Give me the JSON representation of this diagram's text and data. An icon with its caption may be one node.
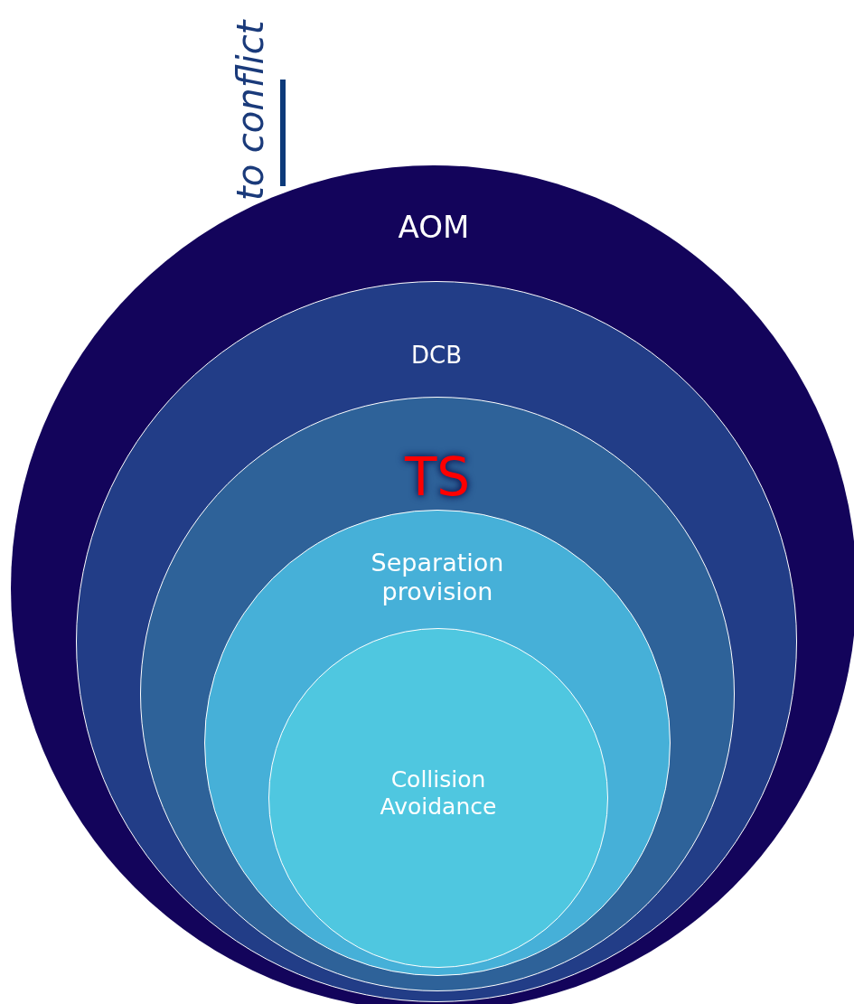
{
  "diagram": {
    "nodes": [
      {
        "text": [
          "AOM"
        ]
      },
      {
        "text": [
          "DCB"
        ],
        "in": 0
      },
      {
        "text": [
          "TS"
        ],
        "in": 1
      },
      {
        "text": [
          "Separation provision"
        ],
        "in": 2
      },
      {
        "text": [
          "Collision Avoidance"
        ],
        "in": 3
      }
    ],
    "edges": [],
    "labels": [
      "to conflict"
    ]
  }
}
